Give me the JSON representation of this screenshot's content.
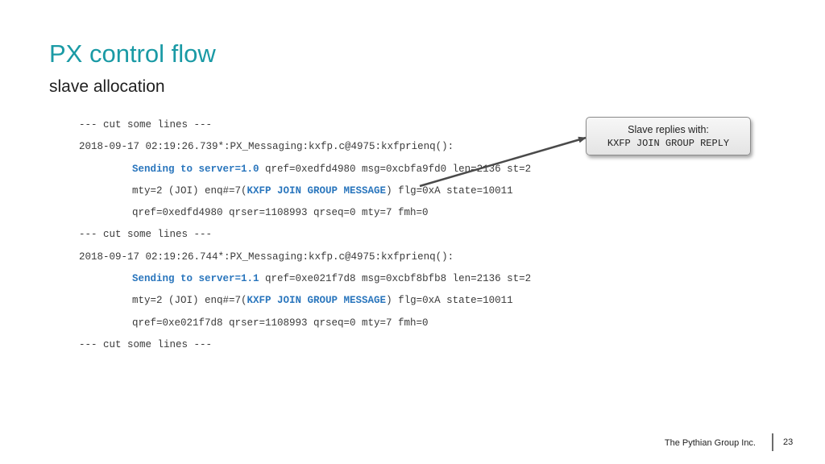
{
  "slide": {
    "title": "PX control flow",
    "subtitle": "slave allocation"
  },
  "code": {
    "line1": "--- cut some lines ---",
    "line2": "2018-09-17 02:19:26.739*:PX_Messaging:kxfp.c@4975:kxfprienq():",
    "line3_hl": "Sending to server=1.0",
    "line3_rest": " qref=0xedfd4980 msg=0xcbfa9fd0 len=2136 st=2",
    "line4_pre": "mty=2 (JOI) enq#=7(",
    "line4_hl": "KXFP JOIN GROUP MESSAGE",
    "line4_post": ") flg=0xA state=10011",
    "line5": "qref=0xedfd4980 qrser=1108993 qrseq=0 mty=7 fmh=0",
    "line6": "--- cut some lines ---",
    "line7": "2018-09-17 02:19:26.744*:PX_Messaging:kxfp.c@4975:kxfprienq():",
    "line8_hl": "Sending to server=1.1",
    "line8_rest": " qref=0xe021f7d8 msg=0xcbf8bfb8 len=2136 st=2",
    "line9_pre": "mty=2 (JOI) enq#=7(",
    "line9_hl": "KXFP JOIN GROUP MESSAGE",
    "line9_post": ") flg=0xA state=10011",
    "line10": "qref=0xe021f7d8 qrser=1108993 qrseq=0 mty=7 fmh=0",
    "line11": "--- cut some lines ---"
  },
  "callout": {
    "title": "Slave replies with:",
    "code": "KXFP JOIN GROUP REPLY"
  },
  "footer": {
    "company": "The Pythian Group Inc.",
    "page": "23"
  },
  "colors": {
    "title": "#1a9aa5",
    "highlight": "#2a76bd",
    "arrow": "#4a4a4a"
  }
}
